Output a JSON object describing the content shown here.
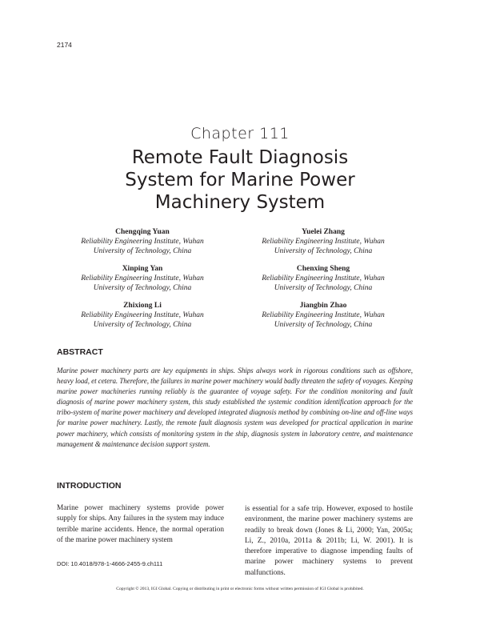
{
  "page_number": "2174",
  "chapter_label": "Chapter 111",
  "title_lines": [
    "Remote Fault Diagnosis",
    "System for Marine Power",
    "Machinery System"
  ],
  "authors": [
    {
      "name": "Chengqing Yuan",
      "aff1": "Reliability Engineering Institute, Wuhan",
      "aff2": "University of Technology, China"
    },
    {
      "name": "Yuelei Zhang",
      "aff1": "Reliability Engineering Institute, Wuhan",
      "aff2": "University of Technology, China"
    },
    {
      "name": "Xinping Yan",
      "aff1": "Reliability Engineering Institute, Wuhan",
      "aff2": "University of Technology, China"
    },
    {
      "name": "Chenxing Sheng",
      "aff1": "Reliability Engineering Institute, Wuhan",
      "aff2": "University of Technology, China"
    },
    {
      "name": "Zhixiong Li",
      "aff1": "Reliability Engineering Institute, Wuhan",
      "aff2": "University of Technology, China"
    },
    {
      "name": "Jiangbin Zhao",
      "aff1": "Reliability Engineering Institute, Wuhan",
      "aff2": "University of Technology, China"
    }
  ],
  "abstract_heading": "ABSTRACT",
  "abstract_text": "Marine power machinery parts are key equipments in ships. Ships always work in rigorous conditions such as offshore, heavy load, et cetera. Therefore, the failures in marine power machinery would badly threaten the safety of voyages. Keeping marine power machineries running reliably is the guarantee of voyage safety. For the condition monitoring and fault diagnosis of marine power machinery system, this study established the systemic condition identification approach for the tribo-system of marine power machinery and developed integrated diagnosis method by combining on-line and off-line ways for marine power machinery. Lastly, the remote fault diagnosis system was developed for practical application in marine power machinery, which consists of monitoring system in the ship, diagnosis system in laboratory centre, and maintenance management & maintenance decision support system.",
  "intro_heading": "INTRODUCTION",
  "intro_left": "Marine power machinery systems provide power supply for ships. Any failures in the system may induce terrible marine accidents. Hence, the normal operation of the marine power machinery system",
  "intro_right": "is essential for a safe trip. However, exposed to hostile environment, the marine power machinery systems are readily to break down (Jones & Li, 2000; Yan, 2005a; Li, Z., 2010a, 2011a & 2011b; Li, W. 2001). It is therefore imperative to diagnose impending faults of marine power machinery systems to prevent malfunctions.",
  "doi": "DOI: 10.4018/978-1-4666-2455-9.ch111",
  "copyright": "Copyright © 2013, IGI Global. Copying or distributing in print or electronic forms without written permission of IGI Global is prohibited."
}
